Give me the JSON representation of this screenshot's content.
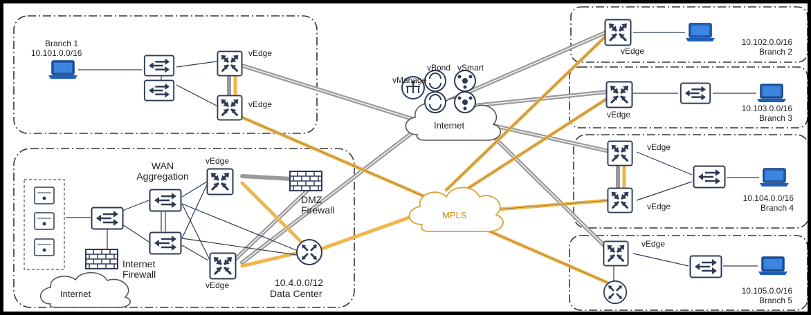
{
  "colors": {
    "mpls_link": "#f0b64a",
    "internet_link": "#9a9a9a",
    "device_stroke": "#2d3a56",
    "zone_border": "#333333"
  },
  "labels": {
    "branch1_name": "Branch 1",
    "branch1_subnet": "10.101.0.0/16",
    "branch2_subnet": "10.102.0.0/16",
    "branch2_name": "Branch 2",
    "branch3_subnet": "10.103.0.0/16",
    "branch3_name": "Branch 3",
    "branch4_subnet": "10.104.0.0/16",
    "branch4_name": "Branch 4",
    "branch5_subnet": "10.105.0.0/16",
    "branch5_name": "Branch 5",
    "dc_subnet": "10.4.0.0/12",
    "dc_name": "Data Center",
    "vedge": "vEdge",
    "vmanage": "vManage",
    "vbond": "vBond",
    "vsmart": "vSmart",
    "internet": "Internet",
    "mpls": "MPLS",
    "wan_aggregation_1": "WAN",
    "wan_aggregation_2": "Aggregation",
    "dmz_firewall_1": "DMZ",
    "dmz_firewall_2": "Firewall",
    "internet_firewall_1": "Internet",
    "internet_firewall_2": "Firewall"
  }
}
